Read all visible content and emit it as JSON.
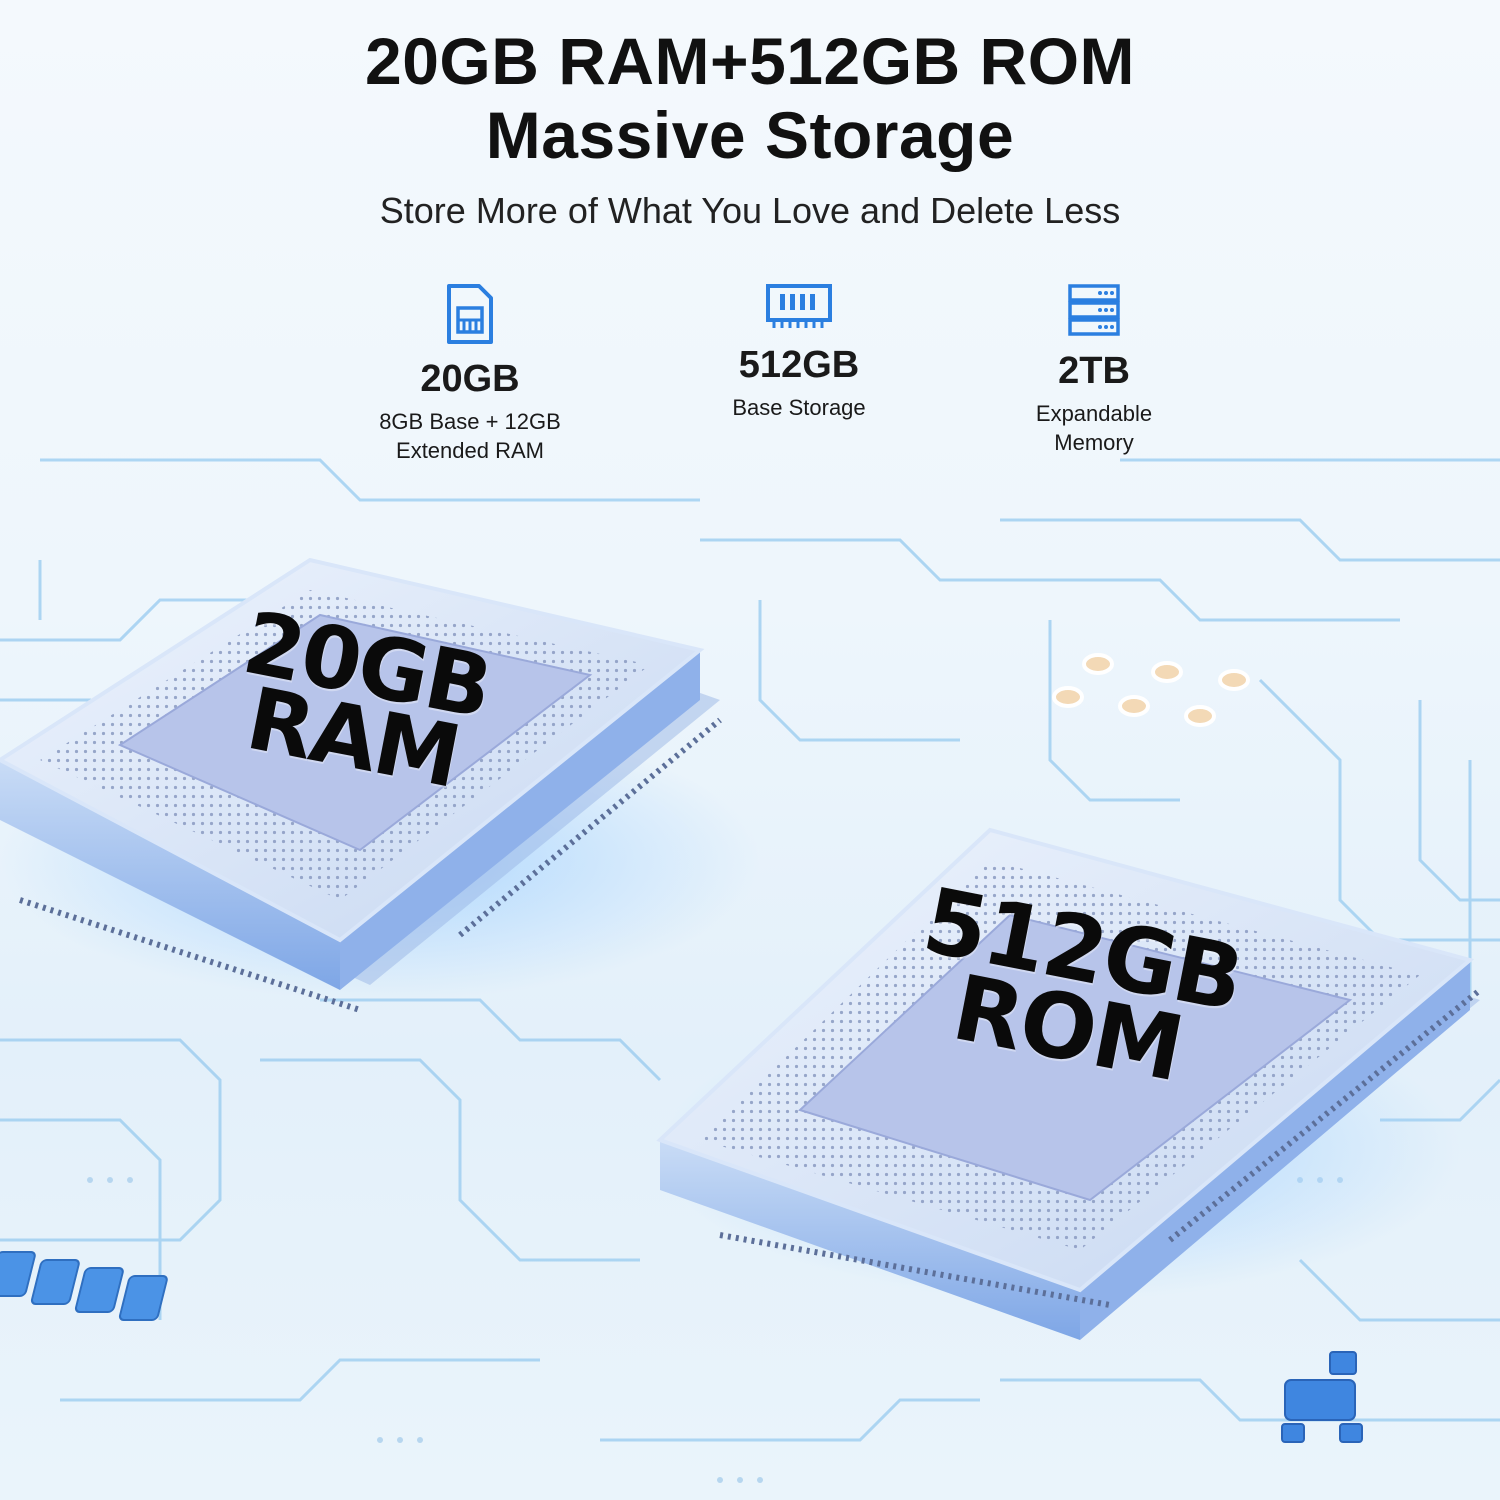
{
  "headline": {
    "line1": "20GB RAM+512GB ROM",
    "line2": "Massive Storage"
  },
  "subtitle": "Store More of What You Love and Delete Less",
  "features": [
    {
      "icon": "sim-card-icon",
      "value": "20GB",
      "desc": "8GB Base + 12GB\nExtended RAM"
    },
    {
      "icon": "memory-module-icon",
      "value": "512GB",
      "desc": "Base Storage"
    },
    {
      "icon": "server-storage-icon",
      "value": "2TB",
      "desc": "Expandable\nMemory"
    }
  ],
  "chips": {
    "ram": {
      "line1": "20GB",
      "line2": "RAM"
    },
    "rom": {
      "line1": "512GB",
      "line2": "ROM"
    }
  },
  "colors": {
    "icon_blue": "#2b7fe0",
    "trace_blue": "#8fc6ee",
    "chip_body": "#cfe2f7",
    "chip_core": "#b9c8ea",
    "text_dark": "#111111"
  }
}
